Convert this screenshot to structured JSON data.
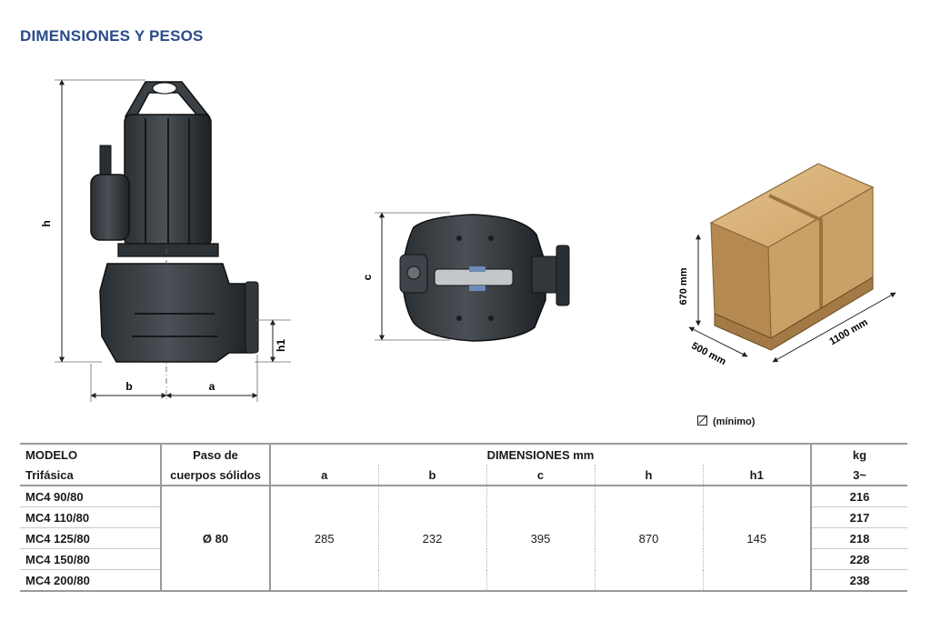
{
  "page_title": "DIMENSIONES Y PESOS",
  "drawing_labels": {
    "h": "h",
    "h1": "h1",
    "a": "a",
    "b": "b",
    "c": "c",
    "crate_height": "670 mm",
    "crate_depth": "500 mm",
    "crate_length": "1100 mm"
  },
  "note": "(mínimo)",
  "table": {
    "header": {
      "model_line1": "MODELO",
      "model_line2": "Trifásica",
      "passage_line1": "Paso de",
      "passage_line2": "cuerpos sólidos",
      "dimensions": "DIMENSIONES mm",
      "weight_unit": "kg",
      "phase": "3~",
      "dim_columns": [
        "a",
        "b",
        "c",
        "h",
        "h1"
      ]
    },
    "passage": "Ø 80",
    "dims": {
      "a": "285",
      "b": "232",
      "c": "395",
      "h": "870",
      "h1": "145"
    },
    "rows": [
      {
        "model": "MC4  90/80",
        "kg": "216"
      },
      {
        "model": "MC4  110/80",
        "kg": "217"
      },
      {
        "model": "MC4  125/80",
        "kg": "218"
      },
      {
        "model": "MC4  150/80",
        "kg": "228"
      },
      {
        "model": "MC4  200/80",
        "kg": "238"
      }
    ]
  }
}
